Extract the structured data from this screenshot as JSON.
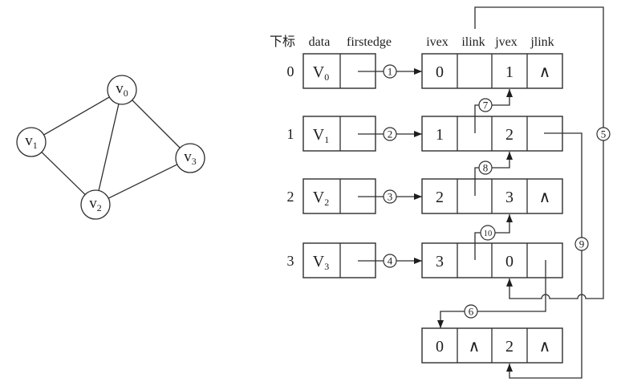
{
  "graph": {
    "vertices": [
      {
        "label": "v",
        "sub": "0"
      },
      {
        "label": "v",
        "sub": "1"
      },
      {
        "label": "v",
        "sub": "2"
      },
      {
        "label": "v",
        "sub": "3"
      }
    ],
    "edges": [
      [
        "0",
        "1"
      ],
      [
        "0",
        "2"
      ],
      [
        "0",
        "3"
      ],
      [
        "1",
        "2"
      ],
      [
        "2",
        "3"
      ]
    ]
  },
  "vertex_table": {
    "headers": {
      "index": "下标",
      "data": "data",
      "firstedge": "firstedge"
    },
    "rows": [
      {
        "index": "0",
        "data": "V",
        "data_sub": "0",
        "firstedge_marker": "1"
      },
      {
        "index": "1",
        "data": "V",
        "data_sub": "1",
        "firstedge_marker": "2"
      },
      {
        "index": "2",
        "data": "V",
        "data_sub": "2",
        "firstedge_marker": "3"
      },
      {
        "index": "3",
        "data": "V",
        "data_sub": "3",
        "firstedge_marker": "4"
      }
    ]
  },
  "edge_table": {
    "headers": {
      "ivex": "ivex",
      "ilink": "ilink",
      "jvex": "jvex",
      "jlink": "jlink"
    },
    "nodes": [
      {
        "ivex": "0",
        "ilink": "",
        "jvex": "1",
        "jlink": "∧"
      },
      {
        "ivex": "1",
        "ilink": "",
        "jvex": "2",
        "jlink": ""
      },
      {
        "ivex": "2",
        "ilink": "",
        "jvex": "3",
        "jlink": "∧"
      },
      {
        "ivex": "3",
        "ilink": "",
        "jvex": "0",
        "jlink": ""
      },
      {
        "ivex": "0",
        "ilink": "∧",
        "jvex": "2",
        "jlink": "∧"
      }
    ]
  },
  "links": {
    "node0_ilink": "5",
    "node3_jlink": "6",
    "node1_ilink": "7",
    "node2_ilink": "8",
    "node1_jlink": "9",
    "node3_ilink": "10"
  }
}
